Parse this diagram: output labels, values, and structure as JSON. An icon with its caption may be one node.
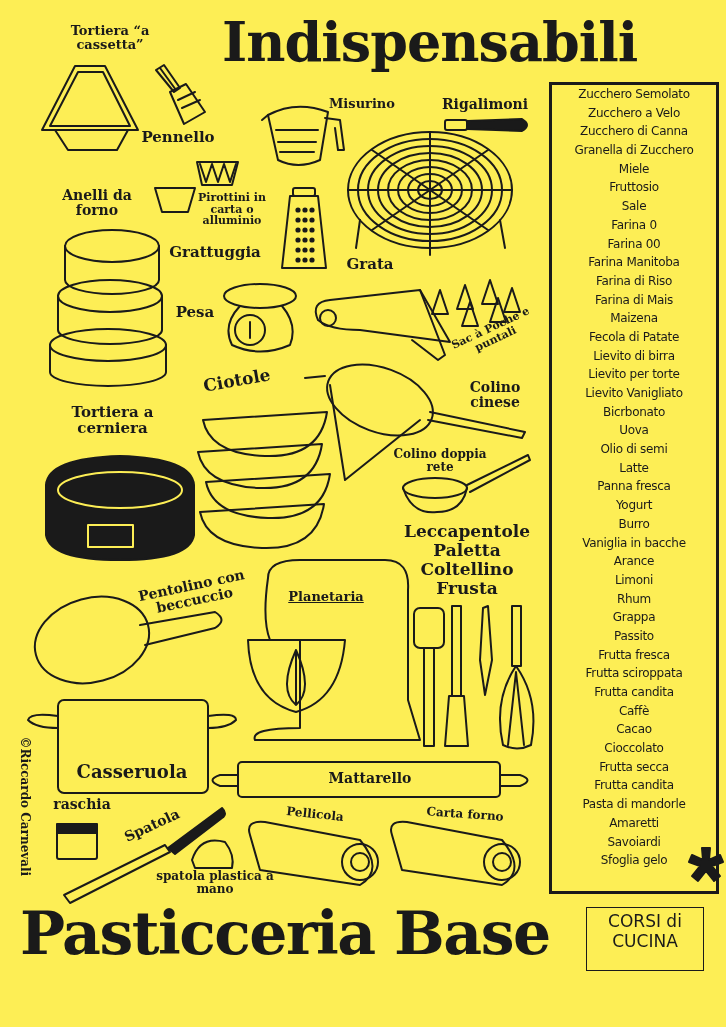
{
  "diagram": {
    "title": "Indispensabili",
    "caption": "Pasticceria Base",
    "nodes": [
      {
        "text": [
          "Zucchero Semolato",
          "Zucchero a Velo",
          "Zucchero di Canna",
          "Granella di Zucchero",
          "Miele",
          "Fruttosio",
          "Sale",
          "Farina 0",
          "Farina 00",
          "Farina Manitoba",
          "Farina di Riso",
          "Farina di Mais",
          "Maizena",
          "Fecola di Patate",
          "Lievito di birra",
          "Lievito per torte",
          "Lievito Vanigliato",
          "Bicrbonato",
          "Uova",
          "Olio di semi",
          "Latte",
          "Panna fresca",
          "Yogurt",
          "Burro",
          "Vaniglia in bacche",
          "Arance",
          "Limoni",
          "Rhum",
          "Grappa",
          "Passito",
          "Frutta fresca",
          "Frutta sciroppata",
          "Frutta candita",
          "Caffè",
          "Cacao",
          "Cioccolato",
          "Frutta secca",
          "Frutta candita",
          "Pasta di mandorle",
          "Amaretti",
          "Savoiardi",
          "Sfoglia gelo"
        ]
      },
      {
        "text": [
          "CORSI di CUCINA"
        ]
      }
    ],
    "labels": [
      "Tortiera “a cassetta”",
      "Pennello",
      "Misurino",
      "Rigalimoni",
      "Pirottini in carta o alluminio",
      "Anelli da forno",
      "Grattuggia",
      "Grata",
      "Pesa",
      "Sac à Poche e puntali",
      "Ciotole",
      "Colino cinese",
      "Tortiera a cerniera",
      "Colino doppia rete",
      "Leccapentole",
      "Paletta",
      "Coltellino",
      "Frusta",
      "Pentolino con beccuccio",
      "Planetaria",
      "Casseruola",
      "Mattarello",
      "©Riccardo Carnevali",
      "raschia",
      "Spatola",
      "Pellicola",
      "Carta forno",
      "spatola plastica a mano"
    ]
  }
}
